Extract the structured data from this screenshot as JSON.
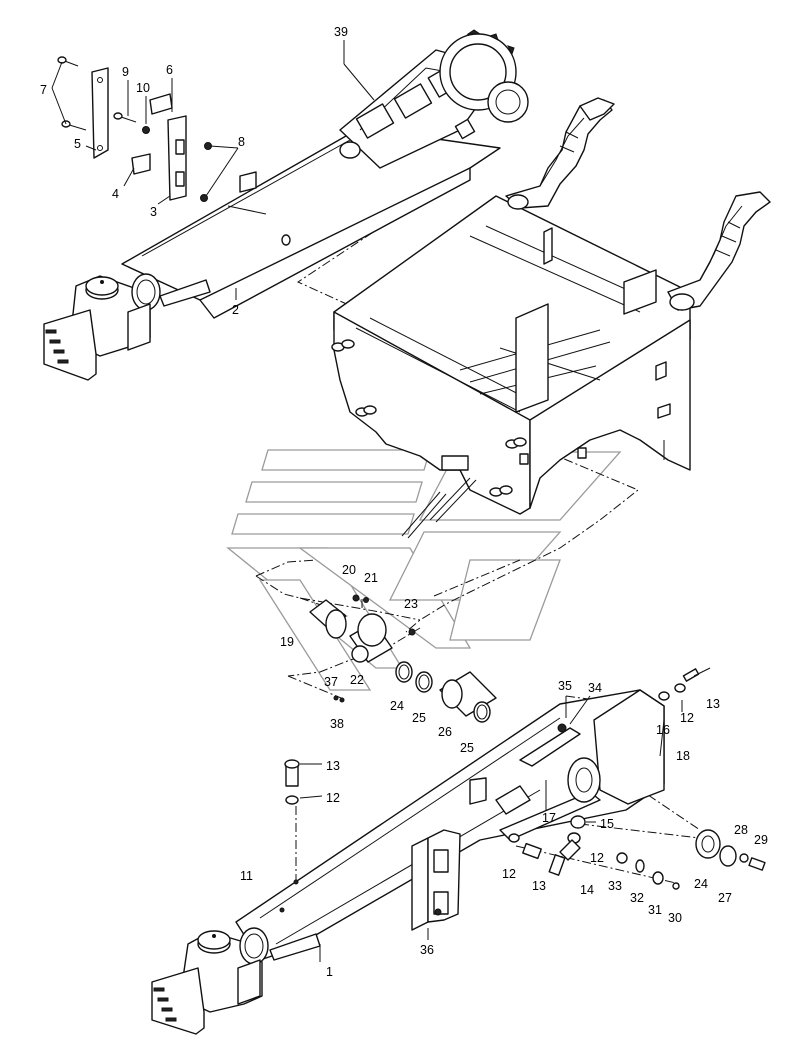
{
  "diagram": {
    "callouts": [
      {
        "id": "c39",
        "text": "39"
      },
      {
        "id": "c9",
        "text": "9"
      },
      {
        "id": "c10",
        "text": "10"
      },
      {
        "id": "c6",
        "text": "6"
      },
      {
        "id": "c7",
        "text": "7"
      },
      {
        "id": "c8",
        "text": "8"
      },
      {
        "id": "c5",
        "text": "5"
      },
      {
        "id": "c4",
        "text": "4"
      },
      {
        "id": "c3",
        "text": "3"
      },
      {
        "id": "c2",
        "text": "2"
      },
      {
        "id": "c20",
        "text": "20"
      },
      {
        "id": "c21",
        "text": "21"
      },
      {
        "id": "c23",
        "text": "23"
      },
      {
        "id": "c19",
        "text": "19"
      },
      {
        "id": "c22",
        "text": "22"
      },
      {
        "id": "c24a",
        "text": "24"
      },
      {
        "id": "c25a",
        "text": "25"
      },
      {
        "id": "c26",
        "text": "26"
      },
      {
        "id": "c25b",
        "text": "25"
      },
      {
        "id": "c37",
        "text": "37"
      },
      {
        "id": "c38",
        "text": "38"
      },
      {
        "id": "c35",
        "text": "35"
      },
      {
        "id": "c34",
        "text": "34"
      },
      {
        "id": "c13a",
        "text": "13"
      },
      {
        "id": "c16",
        "text": "16"
      },
      {
        "id": "c12a",
        "text": "12"
      },
      {
        "id": "c18",
        "text": "18"
      },
      {
        "id": "c13b",
        "text": "13"
      },
      {
        "id": "c12b",
        "text": "12"
      },
      {
        "id": "c15",
        "text": "15"
      },
      {
        "id": "c17",
        "text": "17"
      },
      {
        "id": "c12c",
        "text": "12"
      },
      {
        "id": "c12d",
        "text": "12"
      },
      {
        "id": "c13c",
        "text": "13"
      },
      {
        "id": "c14",
        "text": "14"
      },
      {
        "id": "c33",
        "text": "33"
      },
      {
        "id": "c32",
        "text": "32"
      },
      {
        "id": "c31",
        "text": "31"
      },
      {
        "id": "c30",
        "text": "30"
      },
      {
        "id": "c28",
        "text": "28"
      },
      {
        "id": "c29",
        "text": "29"
      },
      {
        "id": "c24b",
        "text": "24"
      },
      {
        "id": "c27",
        "text": "27"
      },
      {
        "id": "c11",
        "text": "11"
      },
      {
        "id": "c1",
        "text": "1"
      },
      {
        "id": "c36",
        "text": "36"
      }
    ]
  }
}
